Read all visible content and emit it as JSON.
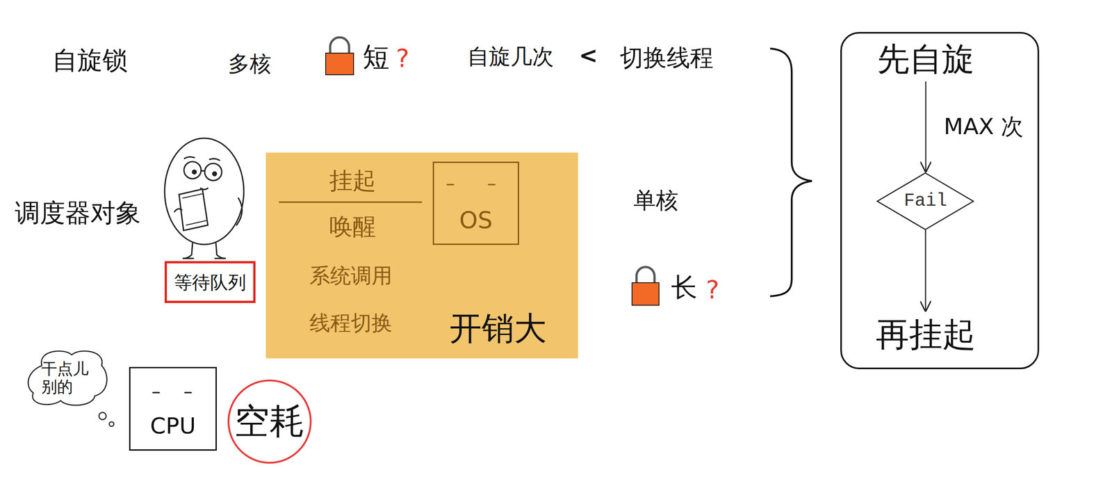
{
  "diagram": {
    "nodes": [
      {
        "text": []
      },
      {
        "text": [
          "先自旋"
        ],
        "in": 0
      },
      {
        "text": [
          "Fail"
        ],
        "in": 0
      },
      {
        "text": [
          "再挂起"
        ],
        "in": 0
      },
      {
        "text": [
          "等待队列"
        ]
      },
      {
        "text": [
          "挂起",
          "唤醒",
          "系统调用",
          "线程切换",
          "开销大"
        ]
      },
      {
        "text": [
          "OS"
        ],
        "in": 5
      },
      {
        "text": [
          "干点儿 别的"
        ]
      },
      {
        "text": [
          "CPU"
        ]
      },
      {
        "text": [
          "空耗"
        ]
      }
    ],
    "edges": [
      {
        "from": 1,
        "to": 2,
        "label": "MAX 次",
        "arrow": "to"
      },
      {
        "from": 2,
        "to": 3,
        "arrow": "to"
      }
    ],
    "labels": [
      "自旋锁",
      "多核",
      "短",
      "?",
      "自旋几次",
      "<",
      "切换线程",
      "调度器对象",
      "单核",
      "长",
      "?"
    ]
  }
}
